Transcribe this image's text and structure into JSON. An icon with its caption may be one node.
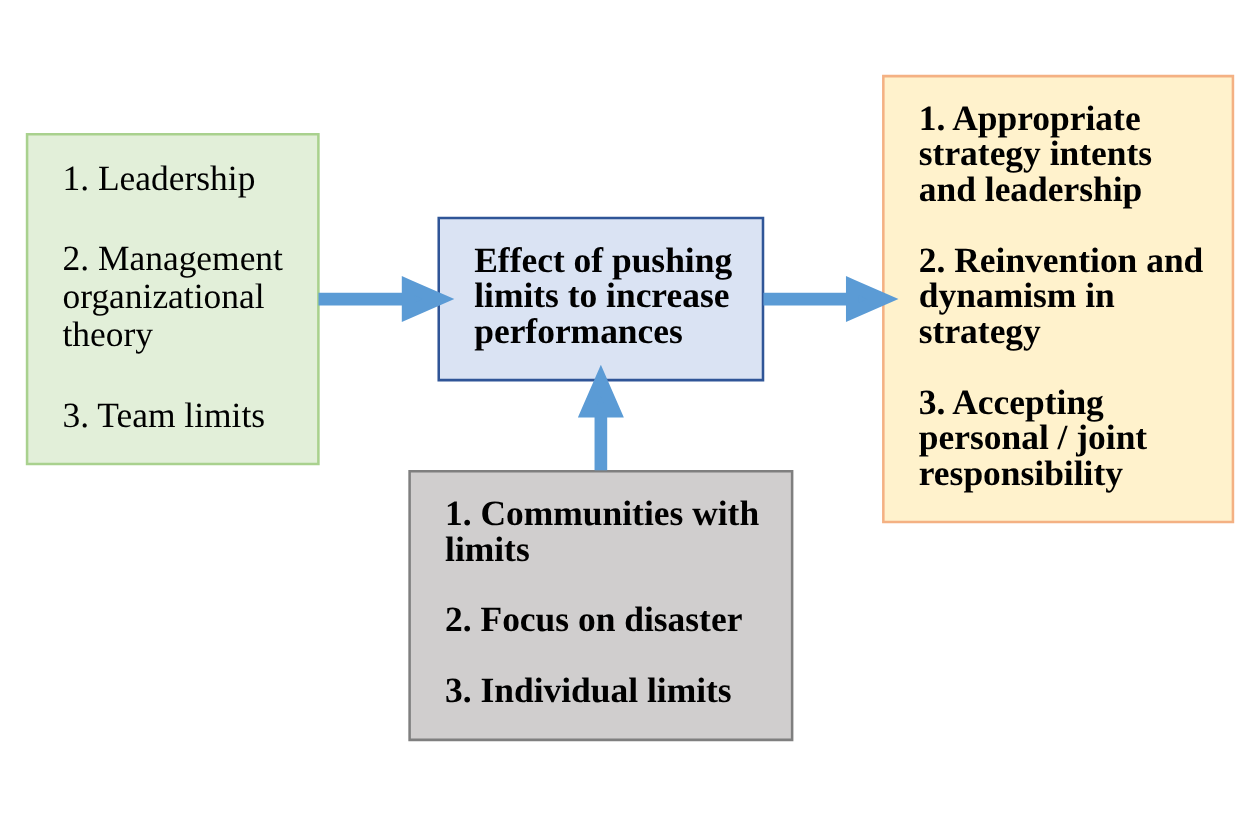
{
  "diagram": {
    "nodes": [
      {
        "text": [
          "1. Leadership",
          "2. Management organizational theory",
          "3. Team limits"
        ]
      },
      {
        "text": [
          "Effect of pushing limits to increase performances"
        ]
      },
      {
        "text": [
          "1. Appropriate strategy intents and leadership",
          "2. Reinvention and dynamism in strategy",
          "3. Accepting personal / joint responsibility"
        ]
      },
      {
        "text": [
          "1. Communities with limits",
          "2. Focus on disaster",
          "3. Individual limits"
        ]
      }
    ],
    "edges": [
      {
        "from": 0,
        "to": 1,
        "arrow": "to"
      },
      {
        "from": 1,
        "to": 2,
        "arrow": "to"
      },
      {
        "from": 3,
        "to": 1,
        "arrow": "to"
      }
    ]
  }
}
